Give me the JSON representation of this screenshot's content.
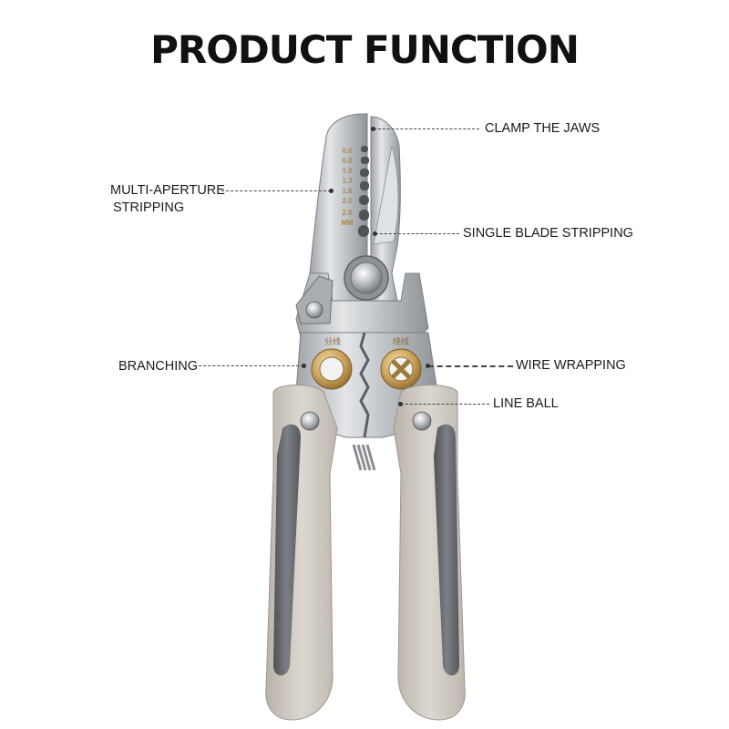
{
  "title": "PRODUCT FUNCTION",
  "callouts": {
    "clamp_jaws": "CLAMP THE JAWS",
    "multi_aperture_line1": "MULTI-APERTURE",
    "multi_aperture_line2": "STRIPPING",
    "single_blade": "SINGLE BLADE STRIPPING",
    "branching": "BRANCHING",
    "wire_wrapping": "WIRE WRAPPING",
    "line_ball": "LINE BALL"
  },
  "gauge_scale": [
    "0.6",
    "0.8",
    "1.0",
    "1.3",
    "1.6",
    "2.0",
    "2.6",
    "MM"
  ],
  "handle_markings": {
    "left": "分线",
    "right": "绕线"
  },
  "colors": {
    "handle_light": "#cfc9c0",
    "handle_dark": "#6b6f73",
    "steel": "#c9ccd0",
    "brass": "#c9a15a",
    "background": "#ffffff"
  }
}
